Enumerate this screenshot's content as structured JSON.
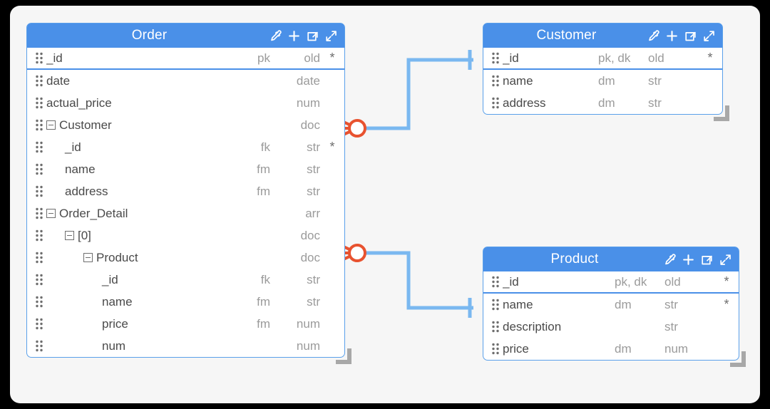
{
  "canvas": {
    "background": "#f6f6f6",
    "accent": "#4a90e8",
    "relation_color": "#e8522f",
    "wire_color": "#7ab8f0"
  },
  "header_icons": [
    {
      "name": "eyedropper-icon",
      "label": "eyedropper"
    },
    {
      "name": "plus-icon",
      "label": "+"
    },
    {
      "name": "external-link-icon",
      "label": "open in new"
    },
    {
      "name": "expand-icon",
      "label": "expand"
    }
  ],
  "entities": [
    {
      "id": "order",
      "title": "Order",
      "align": "align-right",
      "fields": [
        {
          "name": "_id",
          "indent": 0,
          "toggle": false,
          "key": "pk",
          "type": "old",
          "star": "*",
          "pk": true
        },
        {
          "name": "date",
          "indent": 0,
          "toggle": false,
          "key": "",
          "type": "date",
          "star": "",
          "pk": false
        },
        {
          "name": "actual_price",
          "indent": 0,
          "toggle": false,
          "key": "",
          "type": "num",
          "star": "",
          "pk": false
        },
        {
          "name": "Customer",
          "indent": 0,
          "toggle": true,
          "key": "",
          "type": "doc",
          "star": "",
          "pk": false
        },
        {
          "name": "_id",
          "indent": 1,
          "toggle": false,
          "key": "fk",
          "type": "str",
          "star": "*",
          "pk": false
        },
        {
          "name": "name",
          "indent": 1,
          "toggle": false,
          "key": "fm",
          "type": "str",
          "star": "",
          "pk": false
        },
        {
          "name": "address",
          "indent": 1,
          "toggle": false,
          "key": "fm",
          "type": "str",
          "star": "",
          "pk": false
        },
        {
          "name": "Order_Detail",
          "indent": 0,
          "toggle": true,
          "key": "",
          "type": "arr",
          "star": "",
          "pk": false
        },
        {
          "name": "[0]",
          "indent": 1,
          "toggle": true,
          "key": "",
          "type": "doc",
          "star": "",
          "pk": false
        },
        {
          "name": "Product",
          "indent": 2,
          "toggle": true,
          "key": "",
          "type": "doc",
          "star": "",
          "pk": false
        },
        {
          "name": "_id",
          "indent": 3,
          "toggle": false,
          "key": "fk",
          "type": "str",
          "star": "",
          "pk": false
        },
        {
          "name": "name",
          "indent": 3,
          "toggle": false,
          "key": "fm",
          "type": "str",
          "star": "",
          "pk": false
        },
        {
          "name": "price",
          "indent": 3,
          "toggle": false,
          "key": "fm",
          "type": "num",
          "star": "",
          "pk": false
        },
        {
          "name": "num",
          "indent": 3,
          "toggle": false,
          "key": "",
          "type": "num",
          "star": "",
          "pk": false
        }
      ]
    },
    {
      "id": "customer",
      "title": "Customer",
      "align": "align-left",
      "fields": [
        {
          "name": "_id",
          "indent": 0,
          "toggle": false,
          "key": "pk, dk",
          "type": "old",
          "star": "*",
          "pk": true
        },
        {
          "name": "name",
          "indent": 0,
          "toggle": false,
          "key": "dm",
          "type": "str",
          "star": "",
          "pk": false
        },
        {
          "name": "address",
          "indent": 0,
          "toggle": false,
          "key": "dm",
          "type": "str",
          "star": "",
          "pk": false
        }
      ]
    },
    {
      "id": "product",
      "title": "Product",
      "align": "align-left",
      "fields": [
        {
          "name": "_id",
          "indent": 0,
          "toggle": false,
          "key": "pk, dk",
          "type": "old",
          "star": "*",
          "pk": true
        },
        {
          "name": "name",
          "indent": 0,
          "toggle": false,
          "key": "dm",
          "type": "str",
          "star": "*",
          "pk": false
        },
        {
          "name": "description",
          "indent": 0,
          "toggle": false,
          "key": "",
          "type": "str",
          "star": "",
          "pk": false
        },
        {
          "name": "price",
          "indent": 0,
          "toggle": false,
          "key": "dm",
          "type": "num",
          "star": "",
          "pk": false
        }
      ]
    }
  ],
  "relationships": [
    {
      "name": "order-to-customer",
      "from": "order",
      "to": "customer",
      "from_cardinality": "zero-or-many",
      "to_cardinality": "one"
    },
    {
      "name": "order-to-product",
      "from": "order",
      "to": "product",
      "from_cardinality": "zero-or-many",
      "to_cardinality": "one"
    }
  ]
}
